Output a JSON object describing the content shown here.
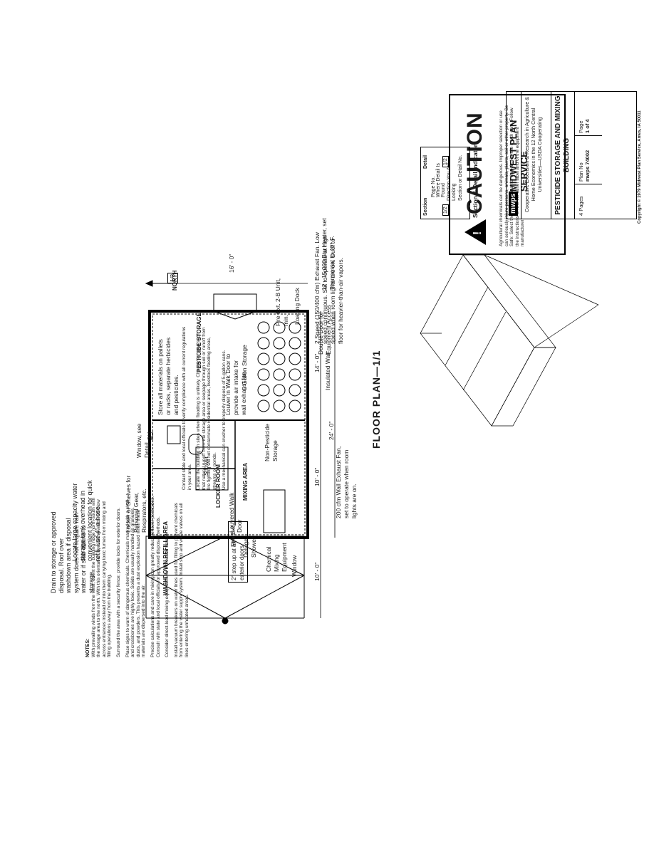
{
  "plan": {
    "floor_plan_title": "FLOOR PLAN—1/1",
    "rooms": {
      "washdown": "WASHDOWN  REFILL AREA",
      "locker_room": "LOCKER ROOM",
      "mixing_area": "MIXING AREA",
      "pesticide_storage": "PESTICIDE STORAGE",
      "shower": "Shower"
    },
    "labels": {
      "drain": "Drain to storage or approved disposal. Roof over washdown area if disposal system does not require rain water or if slab drains to storage.",
      "tank": "Locate large capacity water storage tank overhead in convenient location for quick refill, use 4\" ø hose.",
      "step": "2\" step up at all exterior doors.",
      "locker_shelves": "Locker or Shelves for Personal Gear, Respirators, etc.",
      "louvered_door": "Louvered Walk Door",
      "fire_ext": "Fire Ext.",
      "deluge": "Deluge Shower",
      "chem_mix": "Chemical Mixing Equipment",
      "window": "Window",
      "window_see": "Window, see Detail",
      "window_detail_ref": "2/4",
      "exhaust_200": "200 cfm Wall Exhaust Fan, set to operate when room lights are on.",
      "non_pest": "Non-Pesticide Storage",
      "louver_walk": "Louver in Walk Door to provide air intake for wall exhaust fan",
      "five_gallon": "5 Gallon Storage",
      "store_all": "Store all materials on pallets or racks, separate herbicides and pesticides.",
      "heater": "12 - 15,000 Btu Heater, set Thermostat to 40° F.",
      "fire_ext2": "Fire Ext. 2-B Unit, min.",
      "loading_dock": "Loading Dock",
      "double_door": "Double Door for Equipment Access",
      "insulated_wall": "Insulated Wall",
      "two_speed": "2 Speed (150/400 cfm) Exhaust Fan. Low speed continuous. Set to operate at high speed when room lights are on. Duct to floor for heavier-than-air vapors.",
      "section_ref": "1/3",
      "north": "NORTH"
    },
    "dimensions": {
      "d1": "10' - 0\"",
      "d2": "10' - 0\"",
      "d3": "24' - 0\"",
      "d4": "14' - 0\"",
      "d5": "16' - 0\""
    }
  },
  "notes": {
    "heading": "NOTES:",
    "paragraphs": [
      "With prevailing winds from the west, orient the building ridge north-south with the storage area to the north. With this orientation, prevailing winds will blow across entrances instead of into them carrying toxic fumes from mixing and filling operations away from the building.",
      "Surround the area with a security fence; provide locks for exterior doors.",
      "Place signs to warn of dangerous chemicals. Chemicals marked with a skull and crossbones are highly toxic. Solids are usually handled as granules, dusts, and powders. This presents a dust explosion hazard when these materials are dispersed into the air.",
      "Precise calculations and care in mixing can greatly reduce leftover pesticides. Consult with state and local officials for approved disposal methods.",
      "Consider direct-load mixing equipment for increased safety.",
      "Install vacuum breakers on water lines used for filling to prevent chemicals from entering the water supply system. Install stop and waste valves on all lines entering unheated areas."
    ],
    "col2": [
      "Contact state and local officials to verify compliance with all current regulations in your area.",
      "Locate the building on sites where flooding is unlikely. Choose an area such that natural runoff from the storage area or seepage through soil or runoff from fire fighting will not contaminate residential areas, livestock feeding areas, streams or ponds.",
      "Use a mechanical can crusher to properly dispose of 5-gallon cans."
    ]
  },
  "caution": {
    "title": "CAUTION",
    "icon": "warning-triangle-icon",
    "body": "Agricultural chemicals can be dangerous. Improper selection or use can seriously injure persons, animals, plants, soil or other property. Be Safe: Select the right chemical for the job. Handle it with care. Follow the instructions on the container label and of the equipment manufacturer."
  },
  "section_detail": {
    "section": "Section",
    "detail": "Detail",
    "page_no": "Page No. Where Detail Is Found",
    "direction": "Direction You Are Looking",
    "sec_no": "Section or Detail No.",
    "ref1": "1/2",
    "ref2": "1/2",
    "title": "Section & Detail Indicator"
  },
  "title_block": {
    "logo": "mwps",
    "org": "MIDWEST PLAN SERVICE",
    "coop": "Cooperative Extension & Research in Agriculture & Home Economics in the 12 North Central Universities—USDA Cooperating",
    "title": "PESTICIDE STORAGE AND MIXING BUILDING",
    "pages": "4 Pages",
    "plan_no_label": "Plan No",
    "plan_no": "mwps 74002",
    "page_label": "Page",
    "page": "1 of 4",
    "copyright": "Copyright © 1979 Midwest Plan Service, Ames, IA 50011"
  }
}
